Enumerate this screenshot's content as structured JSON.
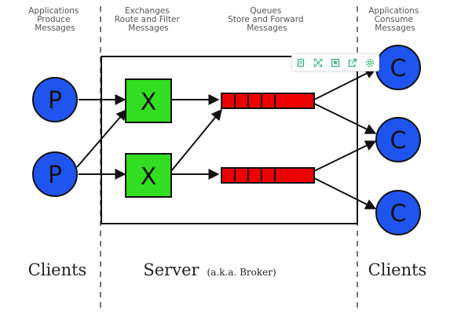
{
  "headers": {
    "producers": [
      "Applications",
      "Produce",
      "Messages"
    ],
    "exchanges": [
      "Exchanges",
      "Route and Filter",
      "Messages"
    ],
    "queues": [
      "Queues",
      "Store and Forward",
      "Messages"
    ],
    "consumers": [
      "Applications",
      "Consume",
      "Messages"
    ]
  },
  "footers": {
    "clients_left": "Clients",
    "server": "Server",
    "server_note": "(a.k.a. Broker)",
    "clients_right": "Clients"
  },
  "nodes": {
    "producer_letter": "P",
    "exchange_letter": "X",
    "consumer_letter": "C"
  },
  "colors": {
    "producer_fill": "#1f55ee",
    "exchange_fill": "#33dd22",
    "queue_fill": "#ee0000",
    "consumer_fill": "#1f55ee",
    "toolbar_icon": "#2bb673"
  },
  "toolbar": {
    "icons": [
      "copy-icon",
      "expand-icon",
      "bookmark-icon",
      "share-icon",
      "settings-icon"
    ]
  }
}
